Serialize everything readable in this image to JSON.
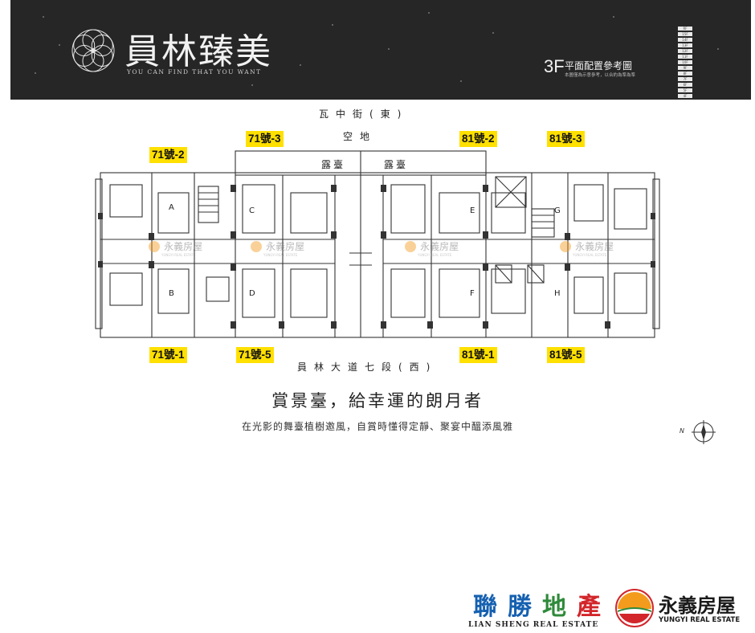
{
  "header": {
    "brand_title": "員林臻美",
    "brand_subtitle": "YOU CAN FIND THAT YOU WANT",
    "floor_code": "3F",
    "floor_title": "平面配置參考圖",
    "floor_note": "本圖僅為示意參考，以合約為準為準",
    "floor_stack": [
      "RF",
      "15F",
      "14F",
      "13F",
      "12F",
      "11F",
      "10F",
      "9F",
      "8F",
      "7F",
      "6F",
      "5F",
      "4F",
      "3F",
      "2F",
      "1F"
    ],
    "active_floor": "3F"
  },
  "plan": {
    "street_north": "瓦中街(東)",
    "empty_lot": "空地",
    "terrace_left": "露臺",
    "terrace_right": "露臺",
    "street_south": "員林大道七段(西)",
    "units": [
      "A",
      "B",
      "C",
      "D",
      "E",
      "F",
      "G",
      "H"
    ],
    "unit_tags": {
      "t71_2": "71號-2",
      "t71_3": "71號-3",
      "t81_2": "81號-2",
      "t81_3": "81號-3",
      "t71_1": "71號-1",
      "t71_5": "71號-5",
      "t81_1": "81號-1",
      "t81_5": "81號-5"
    },
    "watermark": "永義房屋",
    "watermark_en": "YUNGYI REAL ESTATE"
  },
  "headline": "賞景臺，給幸運的朗月者",
  "subline": "在光影的舞臺植樹邀風，自賞時懂得定靜、聚宴中醞添風雅",
  "compass_label": "N",
  "footer": {
    "lian_sheng_chars": [
      "聯",
      "勝",
      "地",
      "產"
    ],
    "lian_sheng_en": "LIAN SHENG REAL ESTATE",
    "yungyi_name": "永義房屋",
    "yungyi_en": "YUNGYI REAL ESTATE"
  },
  "colors": {
    "tag": "#ffe000",
    "header_bg": "#262626",
    "ls_blue": "#1560b0",
    "ls_red": "#d2262b",
    "ls_green": "#2f8a3a",
    "yy_orange": "#f39b1c",
    "yy_green": "#2f8a3a",
    "yy_red": "#d2262b"
  }
}
